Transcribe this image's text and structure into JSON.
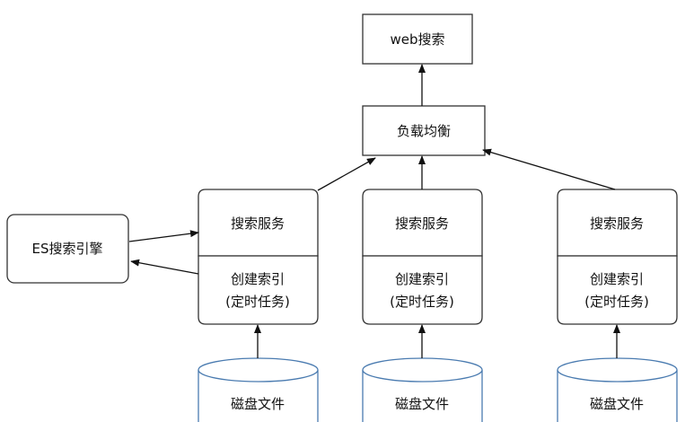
{
  "colors": {
    "box_stroke": "#333333",
    "box_fill": "#ffffff",
    "cylinder_stroke": "#4a7bb0",
    "arrow": "#111111"
  },
  "nodes": {
    "web_search": "web搜索",
    "load_balancer": "负载均衡",
    "es_engine": "ES搜索引擎",
    "search_service": "搜索服务",
    "build_index_line1": "创建索引",
    "build_index_line2": "(定时任务)",
    "disk_file": "磁盘文件"
  }
}
